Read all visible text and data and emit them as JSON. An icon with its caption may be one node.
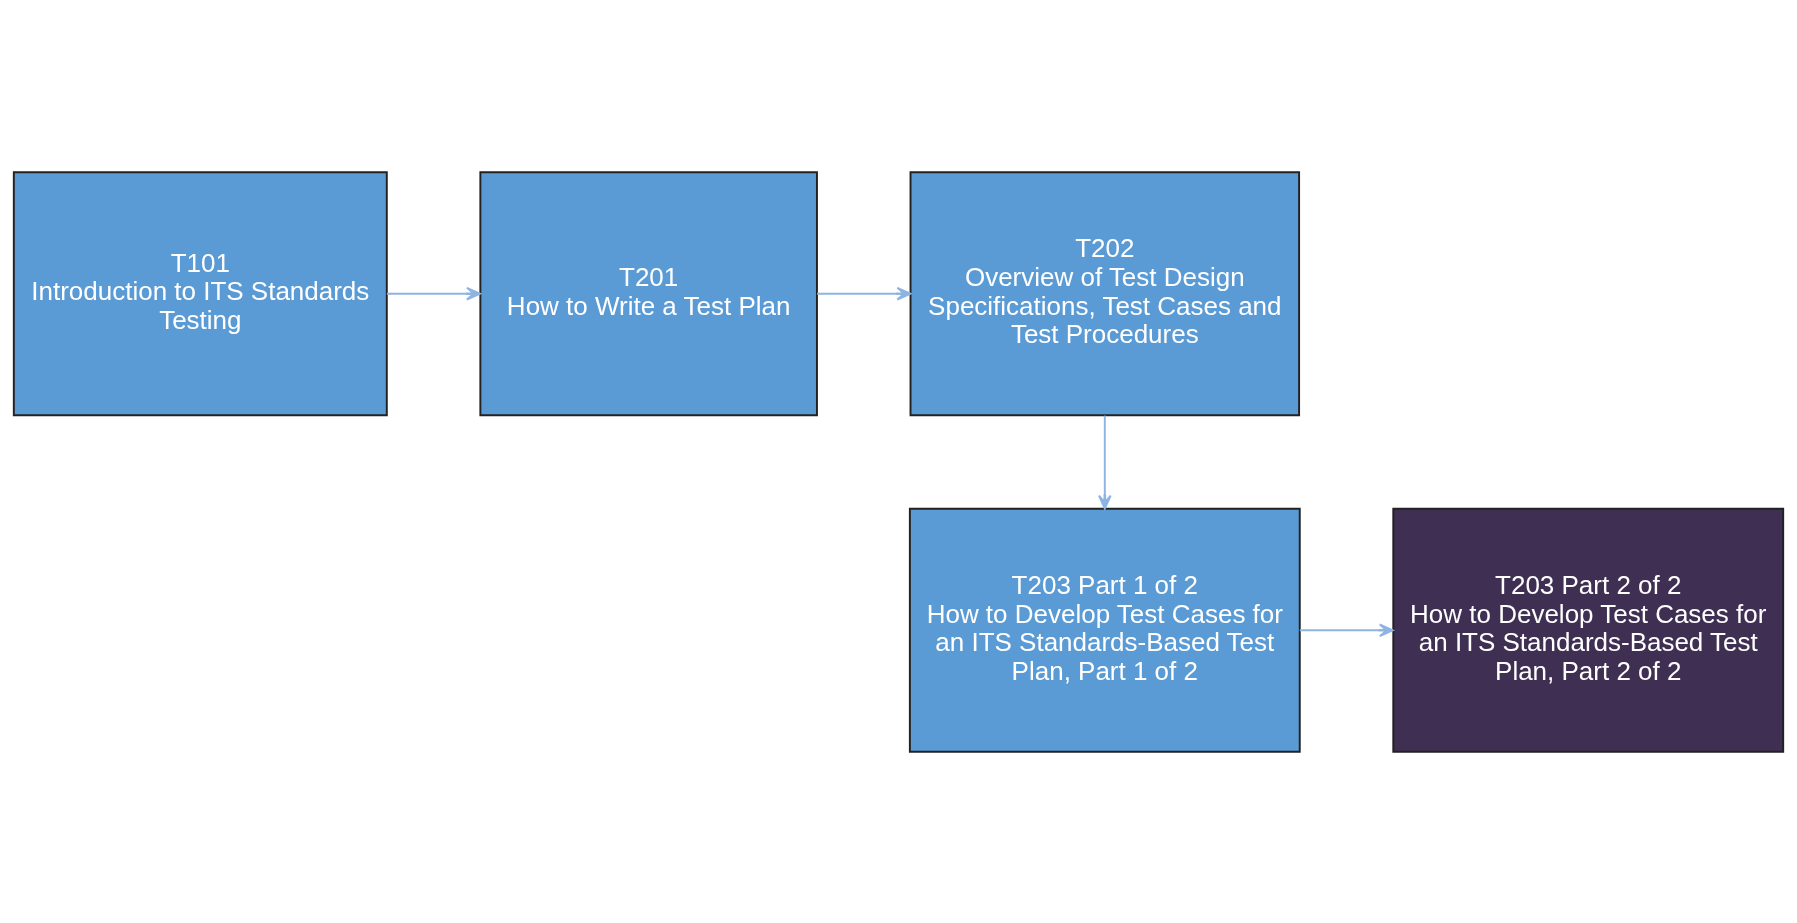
{
  "diagram": {
    "nodes": [
      {
        "text": [
          "T101",
          "Introduction to ITS Standards Testing"
        ]
      },
      {
        "text": [
          "T201",
          "How to Write a Test Plan"
        ]
      },
      {
        "text": [
          "T202",
          "Overview of Test Design Specifications, Test Cases and Test Procedures"
        ]
      },
      {
        "text": [
          "T203 Part 1 of 2",
          "How to Develop Test Cases for an ITS Standards-Based Test Plan, Part 1 of 2"
        ]
      },
      {
        "text": [
          "T203 Part 2 of 2",
          "How to Develop Test Cases for an ITS Standards-Based Test Plan, Part 2 of 2"
        ]
      }
    ],
    "edges": [
      {
        "from": 0,
        "to": 1,
        "arrow": "to"
      },
      {
        "from": 1,
        "to": 2,
        "arrow": "to"
      },
      {
        "from": 2,
        "to": 3,
        "arrow": "to"
      },
      {
        "from": 3,
        "to": 4,
        "arrow": "to"
      }
    ]
  }
}
